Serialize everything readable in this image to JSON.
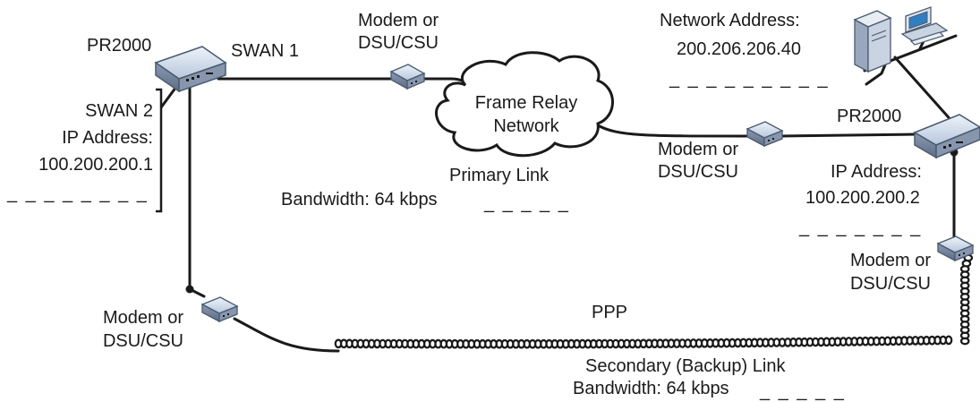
{
  "router_left": {
    "name": "PR2000",
    "port_label": "SWAN 1"
  },
  "swan2": {
    "title": "SWAN 2",
    "ip_label": "IP Address:",
    "ip_value": "100.200.200.1",
    "blank": "_ _ _ _ _ _ _ _"
  },
  "modem_top": {
    "line1": "Modem or",
    "line2": "DSU/CSU"
  },
  "cloud": {
    "line1": "Frame Relay",
    "line2": "Network"
  },
  "primary": {
    "title": "Primary Link",
    "bandwidth": "Bandwidth: 64 kbps",
    "blank": "_ _ _ _ _"
  },
  "modem_mid": {
    "line1": "Modem or",
    "line2": "DSU/CSU"
  },
  "network": {
    "label": "Network Address:",
    "value": "200.206.206.40",
    "blank": "_ _ _ _ _ _ _ _ _"
  },
  "router_right": {
    "name": "PR2000",
    "ip_label": "IP Address:",
    "ip_value": "100.200.200.2",
    "blank": "_ _ _ _ _ _ _"
  },
  "modem_right": {
    "line1": "Modem or",
    "line2": "DSU/CSU"
  },
  "modem_left": {
    "line1": "Modem or",
    "line2": "DSU/CSU"
  },
  "ppp": {
    "label": "PPP"
  },
  "secondary": {
    "title": "Secondary (Backup) Link",
    "bandwidth": "Bandwidth: 64 kbps",
    "blank": "_ _ _ _ _"
  }
}
